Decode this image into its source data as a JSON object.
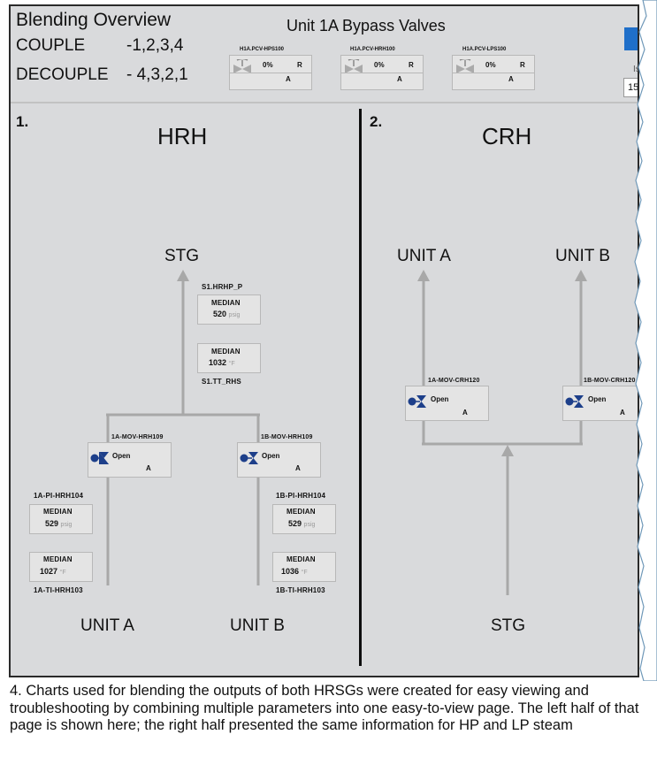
{
  "header": {
    "title": "Blending Overview",
    "couple_label": "COUPLE",
    "couple_seq": "-1,2,3,4",
    "decouple_label": "DECOUPLE",
    "decouple_seq": "- 4,3,2,1",
    "bypass_title": "Unit 1A Bypass Valves",
    "valves": [
      {
        "tag": "H1A.PCV-HPS100",
        "pct": "0%",
        "r": "R",
        "mode": "A"
      },
      {
        "tag": "H1A.PCV-HRH100",
        "pct": "0%",
        "r": "R",
        "mode": "A"
      },
      {
        "tag": "H1A.PCV-LPS100",
        "pct": "0%",
        "r": "R",
        "mode": "A"
      }
    ],
    "right_partial_label": "Is",
    "right_partial_value": "15"
  },
  "hrh": {
    "number": "1.",
    "title": "HRH",
    "stg": "STG",
    "header_press_tag": "S1.HRHP_P",
    "median_label": "MEDIAN",
    "header_press": "520",
    "header_press_unit": "psig",
    "header_temp": "1032",
    "header_temp_unit": "°F",
    "header_temp_tag": "S1.TT_RHS",
    "valve_a": {
      "tag": "1A-MOV-HRH109",
      "state": "Open",
      "mode": "A"
    },
    "valve_b": {
      "tag": "1B-MOV-HRH109",
      "state": "Open",
      "mode": "A"
    },
    "a_press_tag": "1A-PI-HRH104",
    "a_press": "529",
    "a_press_unit": "psig",
    "a_temp": "1027",
    "a_temp_unit": "°F",
    "a_temp_tag": "1A-TI-HRH103",
    "b_press_tag": "1B-PI-HRH104",
    "b_press": "529",
    "b_press_unit": "psig",
    "b_temp": "1036",
    "b_temp_unit": "°F",
    "b_temp_tag": "1B-TI-HRH103",
    "unit_a": "UNIT A",
    "unit_b": "UNIT B"
  },
  "crh": {
    "number": "2.",
    "title": "CRH",
    "unit_a": "UNIT A",
    "unit_b": "UNIT B",
    "valve_a": {
      "tag": "1A-MOV-CRH120",
      "state": "Open",
      "mode": "A"
    },
    "valve_b": {
      "tag": "1B-MOV-CRH120",
      "state": "Open",
      "mode": "A"
    },
    "stg": "STG"
  },
  "caption": "4. Charts used for blending the outputs of both HRSGs were created for easy viewing and troubleshooting by combining multiple parameters into one easy-to-view page. The left half of that page is shown here; the right half presented the same information for HP and LP steam",
  "colors": {
    "valve_blue": "#1d3f8a",
    "line_gray": "#a8a8a8",
    "panel_bg": "#d9dadc"
  }
}
